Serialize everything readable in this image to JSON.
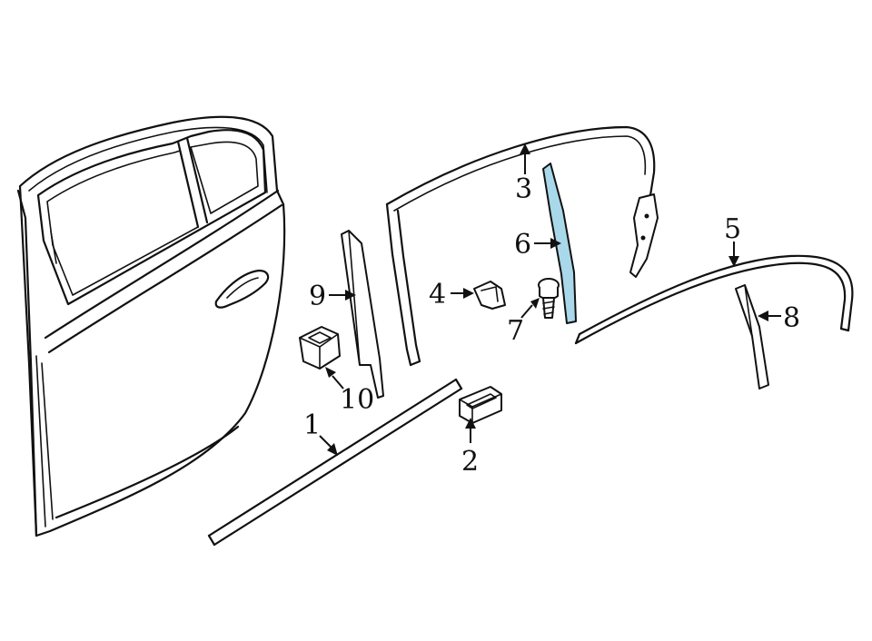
{
  "diagram": {
    "highlight_color": "#a9d8ea",
    "line_color": "#111111",
    "background": "#ffffff",
    "callouts": [
      {
        "id": "1",
        "text": "1"
      },
      {
        "id": "2",
        "text": "2"
      },
      {
        "id": "3",
        "text": "3"
      },
      {
        "id": "4",
        "text": "4"
      },
      {
        "id": "5",
        "text": "5"
      },
      {
        "id": "6",
        "text": "6"
      },
      {
        "id": "7",
        "text": "7"
      },
      {
        "id": "8",
        "text": "8"
      },
      {
        "id": "9",
        "text": "9"
      },
      {
        "id": "10",
        "text": "10"
      }
    ],
    "highlighted_part": "6"
  }
}
